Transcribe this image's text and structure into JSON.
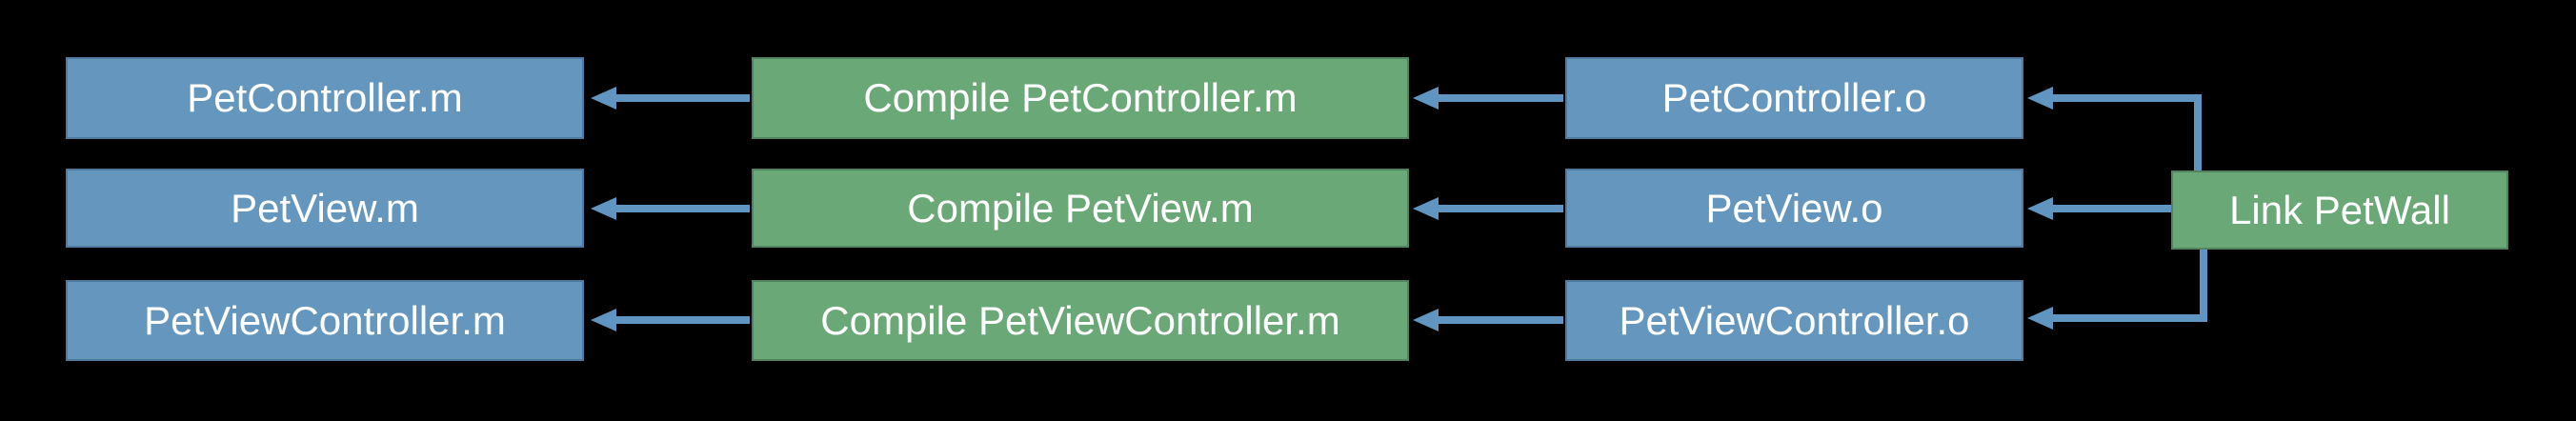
{
  "diagram": {
    "background_color": "#000000",
    "text_color": "#ffffff",
    "file_box_color": "#6597be",
    "task_box_color": "#6ba878",
    "arrow_color": "#6195c1",
    "source_files": [
      {
        "label": "PetController.m"
      },
      {
        "label": "PetView.m"
      },
      {
        "label": "PetViewController.m"
      }
    ],
    "compile_tasks": [
      {
        "label": "Compile PetController.m"
      },
      {
        "label": "Compile PetView.m"
      },
      {
        "label": "Compile PetViewController.m"
      }
    ],
    "object_files": [
      {
        "label": "PetController.o"
      },
      {
        "label": "PetView.o"
      },
      {
        "label": "PetViewController.o"
      }
    ],
    "link_task": {
      "label": "Link PetWall"
    },
    "edges": [
      {
        "from": "Compile PetController.m",
        "to": "PetController.m"
      },
      {
        "from": "Compile PetView.m",
        "to": "PetView.m"
      },
      {
        "from": "Compile PetViewController.m",
        "to": "PetViewController.m"
      },
      {
        "from": "PetController.o",
        "to": "Compile PetController.m"
      },
      {
        "from": "PetView.o",
        "to": "Compile PetView.m"
      },
      {
        "from": "PetViewController.o",
        "to": "Compile PetViewController.m"
      },
      {
        "from": "Link PetWall",
        "to": "PetController.o"
      },
      {
        "from": "Link PetWall",
        "to": "PetView.o"
      },
      {
        "from": "Link PetWall",
        "to": "PetViewController.o"
      }
    ]
  }
}
